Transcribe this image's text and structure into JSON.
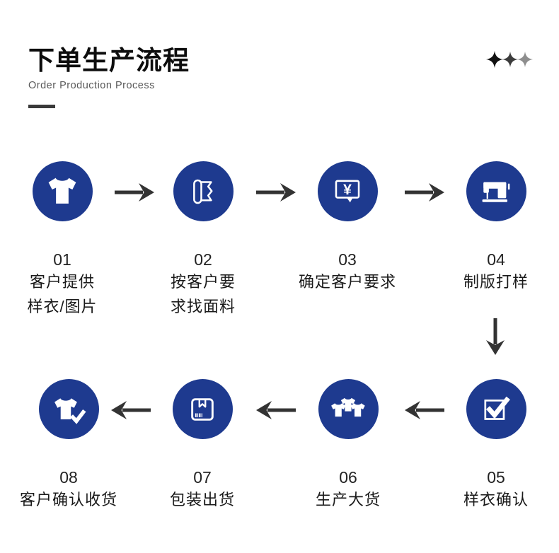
{
  "header": {
    "title": "下单生产流程",
    "subtitle": "Order Production Process"
  },
  "decor": {
    "stars": [
      {
        "name": "sparkle-icon",
        "color": "#111111"
      },
      {
        "name": "sparkle-icon",
        "color": "#3c3c3c"
      },
      {
        "name": "sparkle-icon",
        "color": "#8e8e8e"
      }
    ]
  },
  "colors": {
    "circle_blue": "#1e3a8f",
    "icon_white": "#ffffff",
    "arrow_gray": "#333333",
    "title_black": "#0d0d0d",
    "subtitle_gray": "#595959",
    "label_black": "#1a1a1a"
  },
  "icons": {
    "yen_symbol": "¥"
  },
  "steps": [
    {
      "number": "01",
      "lines": [
        "客户提供",
        "样衣/图片"
      ],
      "icon": "tshirt-icon"
    },
    {
      "number": "02",
      "lines": [
        "按客户要",
        "求找面料"
      ],
      "icon": "fabric-roll-icon"
    },
    {
      "number": "03",
      "lines": [
        "确定客户要求"
      ],
      "icon": "price-chat-icon"
    },
    {
      "number": "04",
      "lines": [
        "制版打样"
      ],
      "icon": "sewing-machine-icon"
    },
    {
      "number": "05",
      "lines": [
        "样衣确认"
      ],
      "icon": "checkbox-check-icon"
    },
    {
      "number": "06",
      "lines": [
        "生产大货"
      ],
      "icon": "shirts-batch-icon"
    },
    {
      "number": "07",
      "lines": [
        "包装出货"
      ],
      "icon": "package-box-icon"
    },
    {
      "number": "08",
      "lines": [
        "客户确认收货"
      ],
      "icon": "shirt-check-icon"
    }
  ],
  "flow": {
    "row1_direction": "right",
    "row2_direction": "left",
    "connector": "down"
  }
}
